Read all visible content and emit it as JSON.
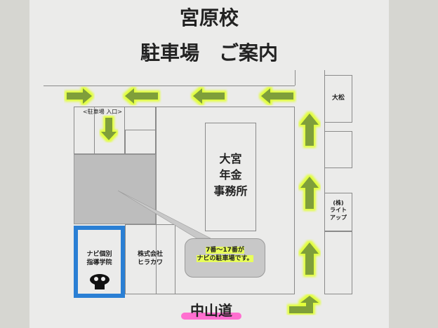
{
  "title": {
    "line1": "宮原校",
    "line2": "駐車場　ご案内"
  },
  "map": {
    "entrance_label": "<駐車場 入口>",
    "pension_office": [
      "大宮",
      "年金",
      "事務所"
    ],
    "navi_school": [
      "ナビ個別",
      "指導学院"
    ],
    "hirakawa": [
      "株式会社",
      "ヒラカワ"
    ],
    "omatsu": "大松",
    "lightup": [
      "(株)",
      "ライト",
      "アップ"
    ],
    "callout": [
      "7番～17番が",
      "ナビの駐車場です。"
    ],
    "road_name": "中山道"
  },
  "colors": {
    "arrow": "#7f9f3a",
    "glow": "#e2ff3a",
    "navi_border": "#2a7fd4",
    "road_highlight": "#ff5fc8"
  }
}
